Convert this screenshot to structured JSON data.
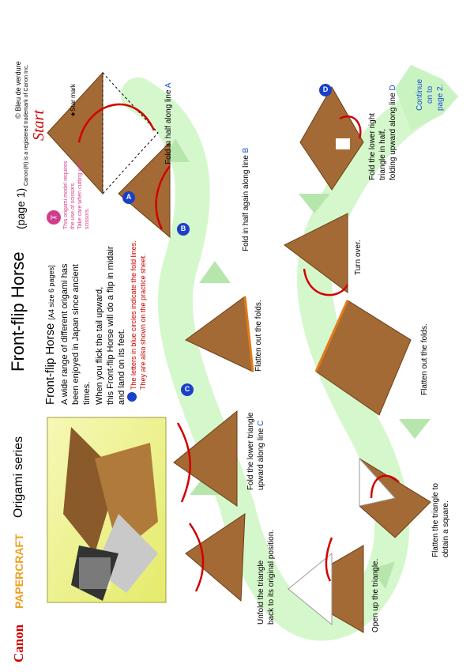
{
  "header": {
    "brand": "Canon",
    "papercraft": "PAPERCRAFT",
    "series": "Origami series",
    "title": "Front-flip Horse",
    "page_label": "(page 1)",
    "copyright": "© Bleu de verdure",
    "trademark": "Canon(R) is a registered trademark of Canon Inc."
  },
  "intro": {
    "heading": "Front-flip Horse",
    "heading_note": "[A4 size 6 pages]",
    "line1": "A wide range of different origami has",
    "line2": "been enjoyed in Japan since ancient",
    "line3": "times.",
    "line4": "When you flick the tail upward,",
    "line5": "this Front-flip Horse will do a flip in midair",
    "line6": "and land on its feet.",
    "legend1": "The letters in blue circles indicate the fold lines.",
    "legend2": "They are also shown on the practice sheet."
  },
  "scissors_note": {
    "line1": "This origami model requires",
    "line2": "the use of scissors.",
    "line3": "Take care when cutting with",
    "line4": "scissors."
  },
  "start_label": "Start",
  "star_mark": "★Star mark",
  "steps": [
    {
      "text": "Fold in half along line",
      "marker": "A"
    },
    {
      "text": "Fold in half again along line",
      "marker": "B"
    },
    {
      "text": "Flatten out the folds.",
      "marker": ""
    },
    {
      "text1": "Fold the lower triangle",
      "text2": "upward along line",
      "marker": "C"
    },
    {
      "text1": "Unfold the triangle",
      "text2": "back to its original position."
    },
    {
      "text": "Open up the triangle."
    },
    {
      "text1": "Flatten the triangle to",
      "text2": "obtain a square."
    },
    {
      "text": "Flatten out the folds."
    },
    {
      "text": "Turn over."
    },
    {
      "text1": "Fold the lower right",
      "text2": "triangle in half,",
      "text3": "folding upward along line",
      "marker": "D"
    }
  ],
  "markers": {
    "a": "A",
    "b": "B",
    "c": "C",
    "d": "D"
  },
  "continue": {
    "line1": "Continue",
    "line2": "on to",
    "line3": "page 2."
  },
  "colors": {
    "accent_red": "#cc0000",
    "marker_blue": "#1a3fc9",
    "paper_brown": "#a36a35",
    "arrow_green": "#c9f3c1",
    "photo_yellow": "#f1f29a"
  }
}
